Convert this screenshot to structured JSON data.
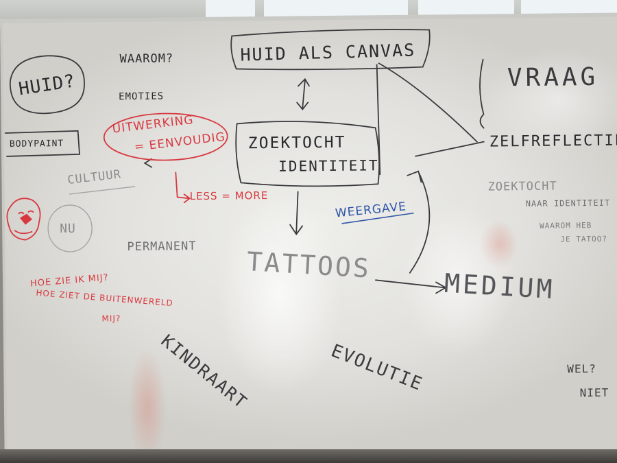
{
  "whiteboard": {
    "center": {
      "title": "HUID ALS CANVAS",
      "middle_line1": "ZOEKTOCHT",
      "middle_line2": "IDENTITEIT",
      "tattoos": "TATTOOS",
      "medium": "MEDIUM",
      "evolutie": "EVOLUTIE",
      "kindraart": "KINDRAART",
      "weergave": "WEERGAVE"
    },
    "left": {
      "huid": "HUID?",
      "waarom": "WAAROM?",
      "emoties": "EMOTIES",
      "bodypaint": "BODYPAINT",
      "uitwerking1": "UITWERKING",
      "uitwerking2": "= EENVOUDIG",
      "cultuur": "CULTUUR",
      "less_more": "LESS = MORE",
      "nu": "NU",
      "permanent": "PERMANENT",
      "hoe1": "HOE ZIE IK MIJ?",
      "hoe2": "HOE ZIET DE BUITENWERELD",
      "hoe3": "MIJ?"
    },
    "right": {
      "vraag": "VRAAG",
      "zelfreflectie": "ZELFREFLECTIE",
      "zoek1": "ZOEKTOCHT",
      "zoek2": "NAAR IDENTITEIT",
      "waarom1": "WAAROM HEB",
      "waarom2": "JE TATOO?",
      "wel": "WEL?",
      "niet": "NIET"
    }
  },
  "colors": {
    "black_marker": "#2b2b2e",
    "red_marker": "#d8383f",
    "blue_marker": "#2f56a8"
  },
  "icons": {
    "cat_doodle": "lion-face-doodle"
  }
}
